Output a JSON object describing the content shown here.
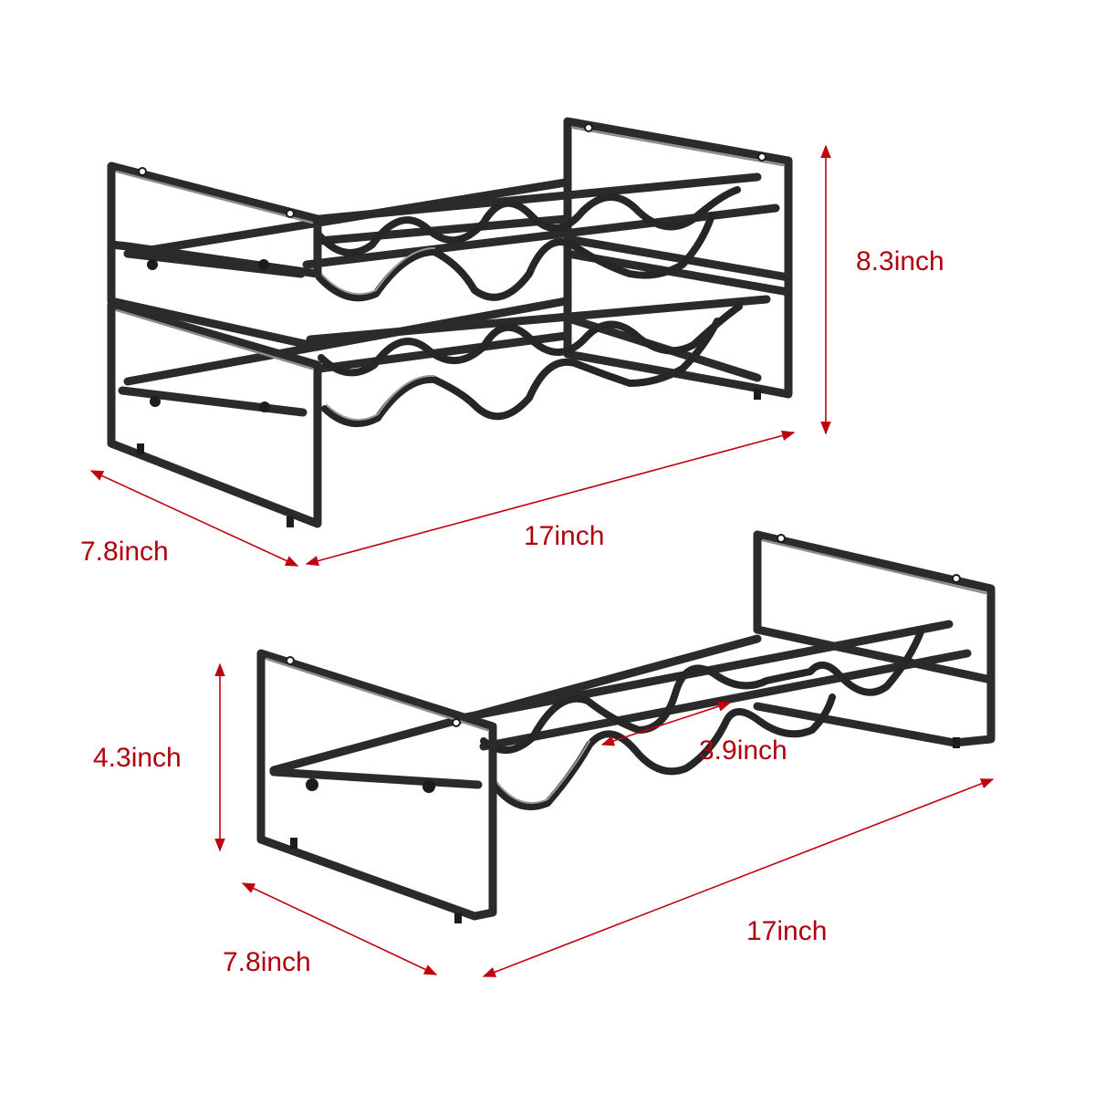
{
  "dimensions": {
    "top_rack": {
      "height": "8.3inch",
      "length": "17inch",
      "depth": "7.8inch"
    },
    "bottom_rack": {
      "height": "4.3inch",
      "length": "17inch",
      "depth": "7.8inch",
      "spacing": "3.9inch"
    }
  },
  "colors": {
    "dimension_red": "#c0000f",
    "metal": "#2b2b2b",
    "background": "#ffffff"
  }
}
